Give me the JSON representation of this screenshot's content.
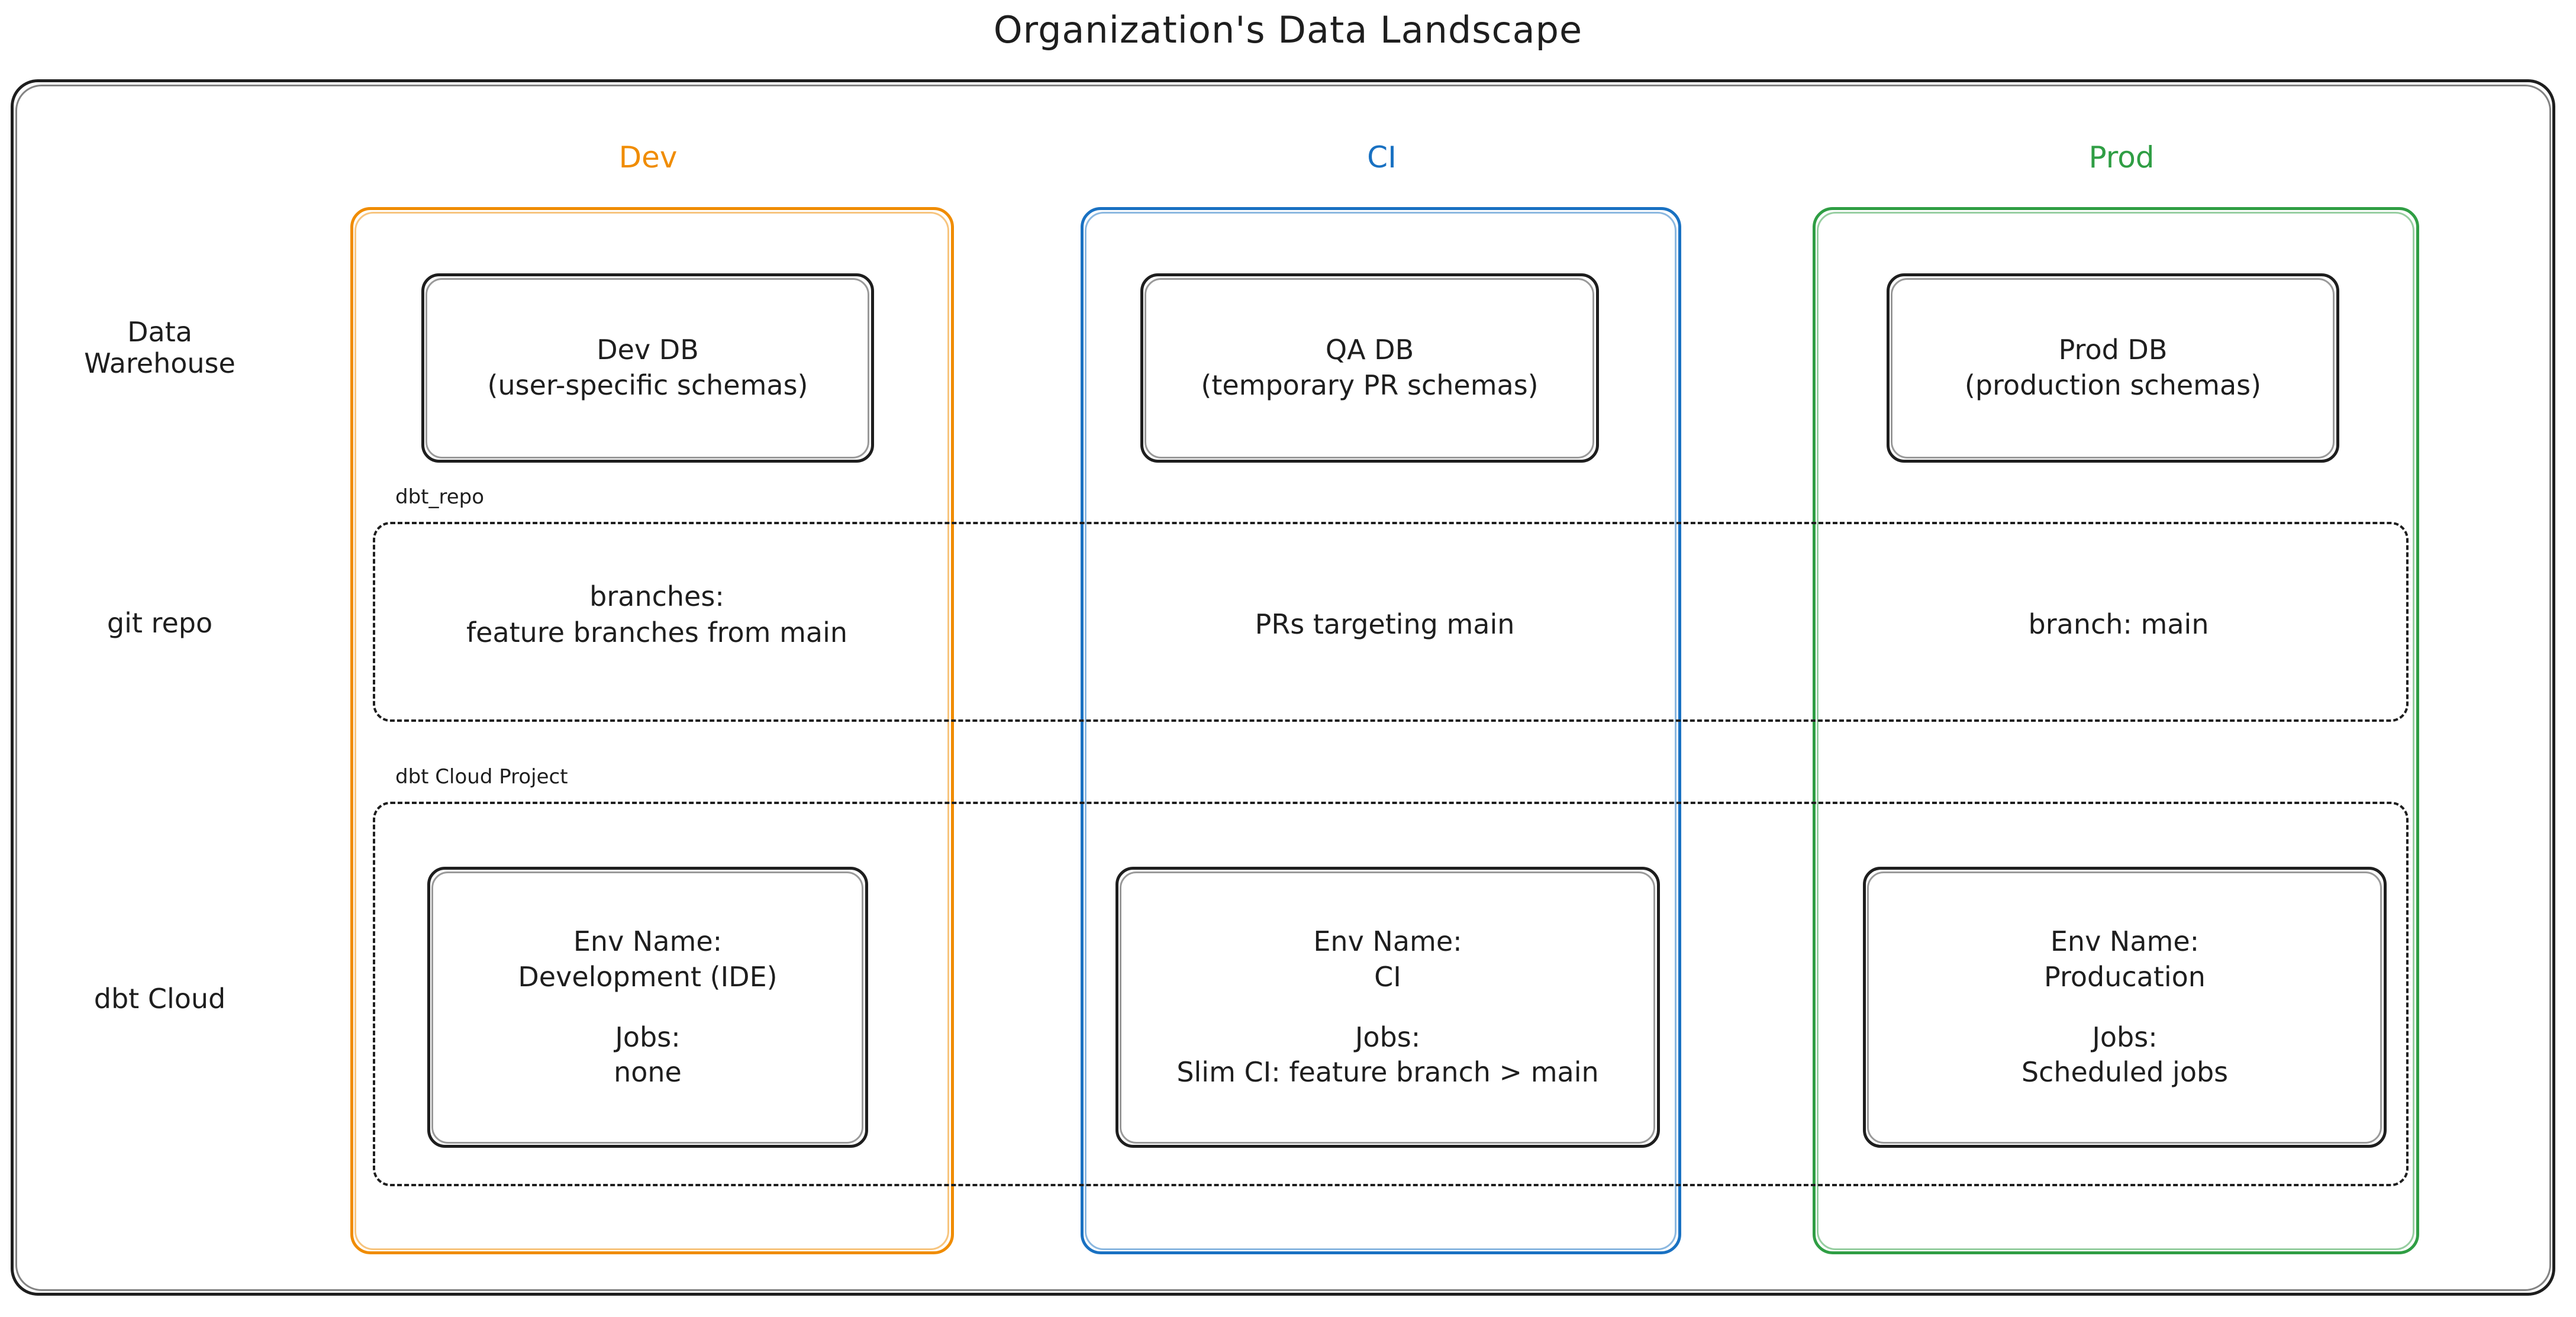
{
  "title": "Organization's Data Landscape",
  "columns": [
    {
      "key": "dev",
      "label": "Dev",
      "color": "#F08C00"
    },
    {
      "key": "ci",
      "label": "CI",
      "color": "#1971C2"
    },
    {
      "key": "prod",
      "label": "Prod",
      "color": "#2F9E44"
    }
  ],
  "rows": [
    {
      "key": "warehouse",
      "label_line1": "Data",
      "label_line2": "Warehouse"
    },
    {
      "key": "git",
      "label_line1": "git repo",
      "label_line2": ""
    },
    {
      "key": "dbt_cloud",
      "label_line1": "dbt Cloud",
      "label_line2": ""
    }
  ],
  "groups": {
    "git_repo_label": "dbt_repo",
    "dbt_cloud_label": "dbt Cloud Project"
  },
  "warehouse": {
    "dev": {
      "line1": "Dev DB",
      "line2": "(user-specific schemas)"
    },
    "ci": {
      "line1": "QA DB",
      "line2": "(temporary PR schemas)"
    },
    "prod": {
      "line1": "Prod DB",
      "line2": "(production schemas)"
    }
  },
  "git_repo": {
    "dev": {
      "line1": "branches:",
      "line2": "feature branches from main"
    },
    "ci": {
      "line1": "PRs targeting main",
      "line2": ""
    },
    "prod": {
      "line1": "branch: main",
      "line2": ""
    }
  },
  "dbt_cloud": {
    "dev": {
      "env_label": "Env Name:",
      "env_value": "Development (IDE)",
      "jobs_label": "Jobs:",
      "jobs_value": "none"
    },
    "ci": {
      "env_label": "Env Name:",
      "env_value": "CI",
      "jobs_label": "Jobs:",
      "jobs_value": "Slim CI: feature branch > main"
    },
    "prod": {
      "env_label": "Env Name:",
      "env_value": "Producation",
      "jobs_label": "Jobs:",
      "jobs_value": "Scheduled jobs"
    }
  }
}
